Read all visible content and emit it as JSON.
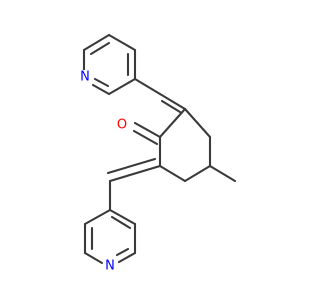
{
  "colors": {
    "background": "#ffffff",
    "bond": "#3a3a3a",
    "oxygen": "#ff0000",
    "nitrogen": "#0000ff",
    "carbon_label": "#3a3a3a"
  },
  "atoms": {
    "carbonyl_oxygen": "O",
    "upper_pyridine_nitrogen": "N",
    "lower_pyridine_nitrogen": "N"
  }
}
